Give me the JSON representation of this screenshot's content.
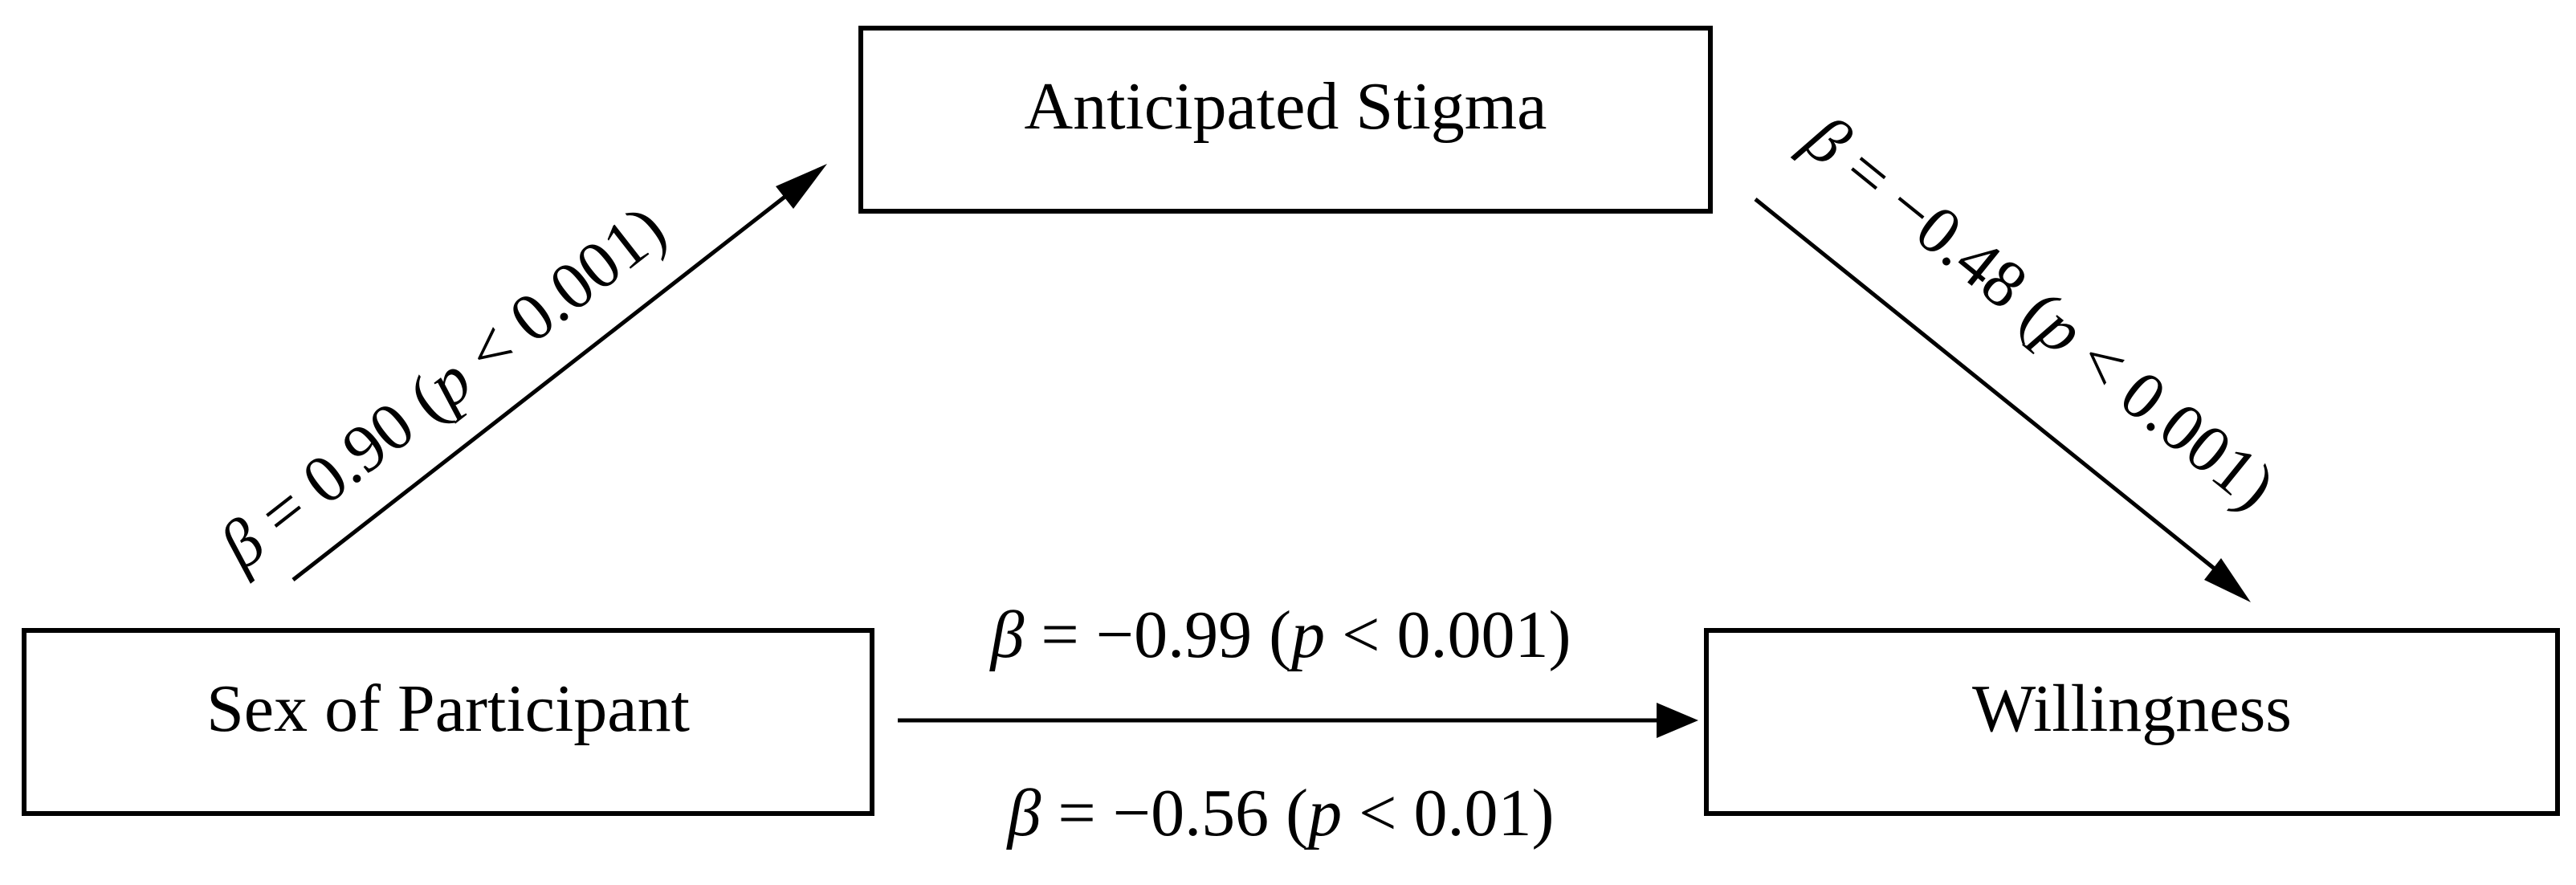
{
  "nodes": {
    "sex": "Sex of Participant",
    "stigma": "Anticipated Stigma",
    "willingness": "Willingness"
  },
  "edges": {
    "sex_to_stigma": {
      "beta": "β",
      "eq": " = 0.90 (",
      "p": "p",
      "cond": " < 0.001)"
    },
    "stigma_to_willingness": {
      "beta": "β",
      "eq": " = −0.48 (",
      "p": "p",
      "cond": " < 0.001)"
    },
    "total_effect": {
      "beta": "β",
      "eq": " = −0.99 (",
      "p": "p",
      "cond": " < 0.001)"
    },
    "direct_effect": {
      "beta": "β",
      "eq": " = −0.56 (",
      "p": "p",
      "cond": " < 0.01)"
    }
  }
}
